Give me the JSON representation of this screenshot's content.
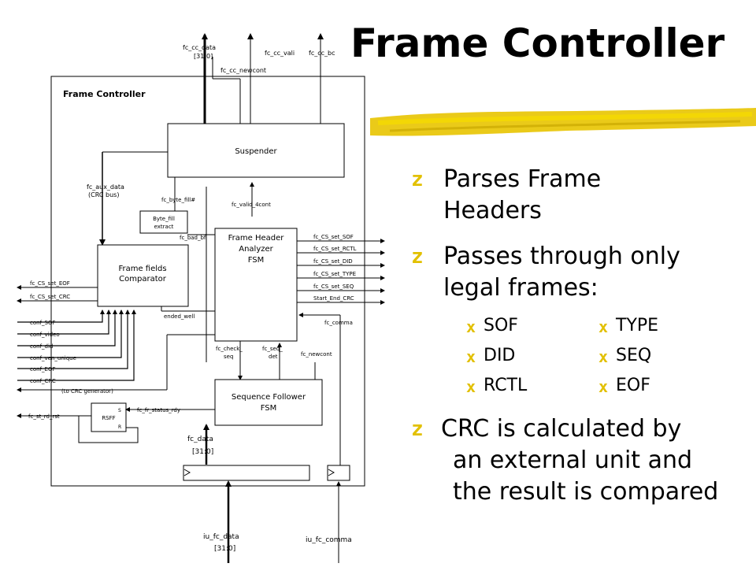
{
  "title": "Frame Controller",
  "bullets": [
    {
      "marker": "z",
      "lines": [
        "Parses Frame",
        "Headers"
      ]
    },
    {
      "marker": "z",
      "lines": [
        "Passes through only",
        "legal frames:"
      ]
    },
    {
      "marker": "z",
      "lines": [
        "CRC is calculated by",
        "an external unit and",
        "the result is compared"
      ]
    }
  ],
  "subitems_left": [
    "SOF",
    "DID",
    "RCTL"
  ],
  "subitems_right": [
    "TYPE",
    "SEQ",
    "EOF"
  ],
  "submarker": "x",
  "diagram": {
    "box_title": "Frame Controller",
    "top_signals": [
      "fc_cc_data",
      "[31:0]",
      "fc_cc_newcont",
      "fc_cc_vali",
      "fc_cc_bc"
    ],
    "suspender": "Suspender",
    "aux": [
      "fc_aux_data",
      "(CRC bus)"
    ],
    "byte_fill_sig": "fc_byte_fill#",
    "byte_fill_box": [
      "Byte_fill",
      "extract"
    ],
    "bad_bf": "fc_bad_bf",
    "valid_4cont": "fc_valid_4cont",
    "comparator": [
      "Frame fields",
      "Comparator"
    ],
    "analyzer": [
      "Frame Header",
      "Analyzer",
      "FSM"
    ],
    "right_outputs": [
      "fc_CS_set_SOF",
      "fc_CS_set_RCTL",
      "fc_CS_set_DID",
      "fc_CS_set_TYPE",
      "fc_CS_set_SEQ",
      "Start_End_CRC"
    ],
    "fc_comma": "fc_comma",
    "left_outputs": [
      "fc_CS_set_EOF",
      "fc_CS_set_CRC"
    ],
    "ended_well": "ended_well",
    "conf_inputs": [
      "conf_SOF",
      "conf_video",
      "conf_did",
      "conf_ven_unique",
      "conf_EOF",
      "conf_CRC"
    ],
    "check_seq": [
      "fc_check_",
      "seq"
    ],
    "seq_det": [
      "fc_seq_",
      "det"
    ],
    "newcont": "fc_newcont",
    "crc_gen": "(to CRC generator)",
    "rsff": [
      "RSFF",
      "S",
      "R"
    ],
    "status_rdy": "fc_fr_status_rdy",
    "rd_rst": "fc_st_rd_rst",
    "seq_follower": [
      "Sequence Follower",
      "FSM"
    ],
    "fc_data": [
      "fc_data",
      "[31:0]"
    ],
    "iu_data": [
      "iu_fc_data",
      "[31:0]"
    ],
    "iu_comma": "iu_fc_comma"
  }
}
